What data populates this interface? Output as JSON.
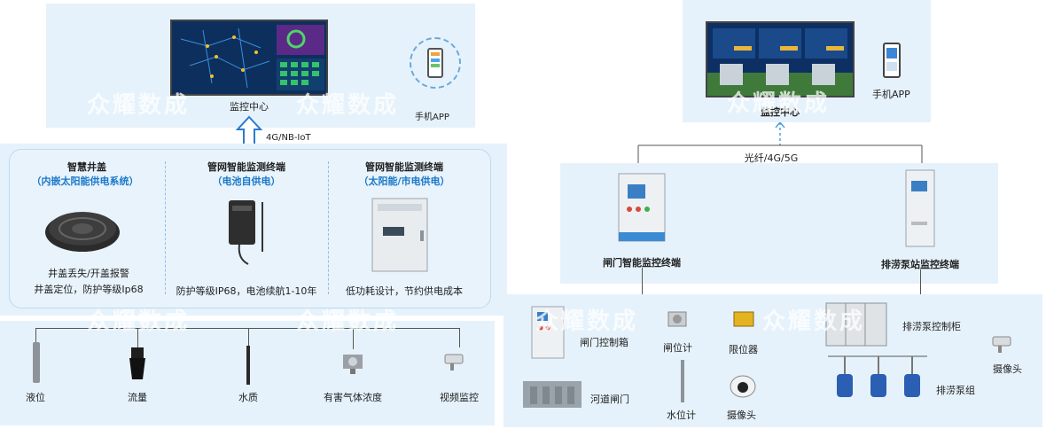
{
  "left": {
    "monitor_center_label": "监控中心",
    "mobile_app_label": "手机APP",
    "link_label": "4G/NB-IoT",
    "devices": [
      {
        "title": "智慧井盖",
        "subtitle": "（内嵌太阳能供电系统）",
        "desc1": "井盖丢失/开盖报警",
        "desc2": "井盖定位，防护等级Ip68"
      },
      {
        "title": "管网智能监测终端",
        "subtitle": "（电池自供电）",
        "desc1": "防护等级IP68，电池续航1-10年"
      },
      {
        "title": "管网智能监测终端",
        "subtitle": "（太阳能/市电供电）",
        "desc1": "低功耗设计，节约供电成本"
      }
    ],
    "sensors": [
      "液位",
      "流量",
      "水质",
      "有害气体浓度",
      "视频监控"
    ]
  },
  "right": {
    "monitor_center_label": "监控中心",
    "mobile_app_label": "手机APP",
    "link_label": "光纤/4G/5G",
    "gate_terminal_label": "闸门智能监控终端",
    "pump_terminal_label": "排涝泵站监控终端",
    "gate_items": {
      "control_box": "闸门控制箱",
      "gate_meter": "闸位计",
      "limiter": "限位器",
      "river_gate": "河道闸门",
      "water_meter": "水位计",
      "camera": "摄像头"
    },
    "pump_items": {
      "control_cabinet": "排涝泵控制柜",
      "pump_group": "排涝泵组",
      "camera": "摄像头"
    }
  },
  "watermark": "众耀数成",
  "colors": {
    "panel": "#e6f2fb",
    "accent": "#1a78c8",
    "screen": "#0b2a55"
  }
}
